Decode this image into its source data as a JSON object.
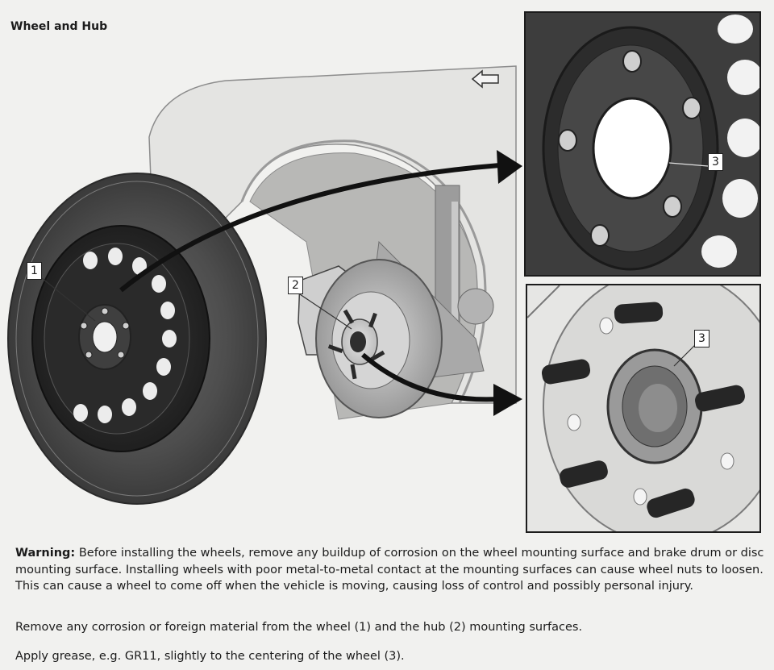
{
  "document": {
    "title": "Wheel and Hub",
    "callouts": [
      "1",
      "2",
      "3",
      "3"
    ],
    "warning": {
      "label": "Warning:",
      "text": "Before installing the wheels, remove any buildup of corrosion on the wheel mounting surface and brake drum or disc mounting surface. Installing wheels with poor metal-to-metal contact at the mounting surfaces can cause wheel nuts to loosen. This can cause a wheel to come off when the vehicle is moving, causing loss of control and possibly personal injury."
    },
    "steps": [
      "Remove any corrosion or foreign material from the wheel (1) and the hub (2) mounting surfaces.",
      "Apply grease, e.g. GR11, slightly to the centering of the wheel (3)."
    ]
  }
}
